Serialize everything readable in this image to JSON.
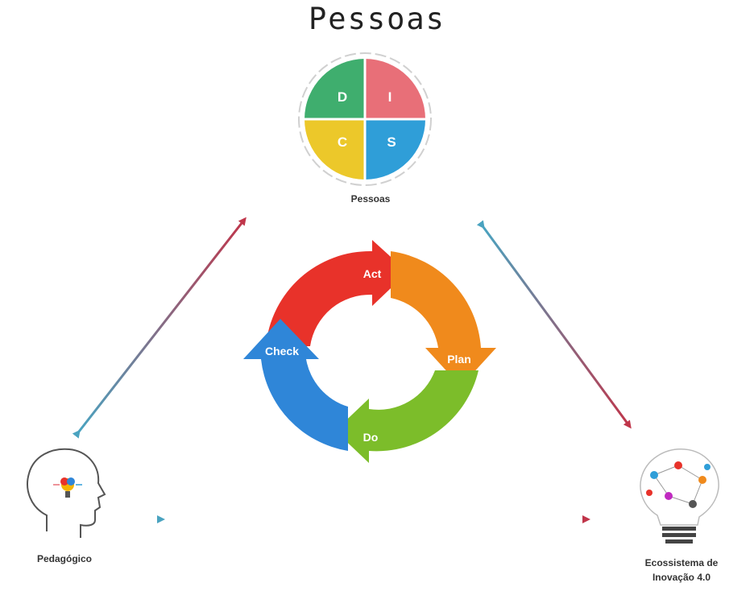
{
  "title": "Pessoas",
  "disc": {
    "quadrants": [
      {
        "letter": "D",
        "color": "#3fae6e"
      },
      {
        "letter": "I",
        "color": "#e86f78"
      },
      {
        "letter": "C",
        "color": "#ecc82a"
      },
      {
        "letter": "S",
        "color": "#2f9ed8"
      }
    ],
    "label": "Pessoas"
  },
  "pdca": {
    "steps": [
      {
        "label": "Act",
        "color": "#e8322a"
      },
      {
        "label": "Plan",
        "color": "#f08a1c"
      },
      {
        "label": "Do",
        "color": "#7cbd2a"
      },
      {
        "label": "Check",
        "color": "#2f86d8"
      }
    ]
  },
  "nodes": {
    "pedagogico": "Pedagógico",
    "ecossistema_line1": "Ecossistema de",
    "ecossistema_line2": "Inovação 4.0"
  },
  "colors": {
    "arrow_blue": "#4aa3c0",
    "arrow_red": "#c0354a"
  }
}
